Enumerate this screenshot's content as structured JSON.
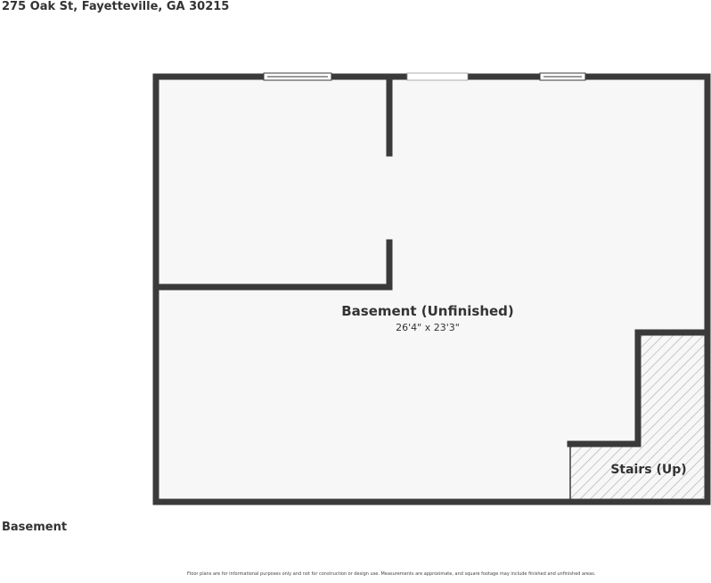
{
  "header": {
    "address": "275 Oak St, Fayetteville, GA 30215"
  },
  "plan": {
    "floor_label": "Basement",
    "rooms": [
      {
        "name": "Basement (Unfinished)",
        "dimensions": "26'4\" x 23'3\""
      },
      {
        "name": "Stairs (Up)"
      }
    ]
  },
  "footer": {
    "disclaimer": "Floor plans are for informational purposes only and not for construction or design use. Measurements are approximate, and square footage may include finished and unfinished areas."
  },
  "colors": {
    "wall": "#3a3a3a",
    "floor": "#f7f7f7",
    "hatch": "#a8a8a8"
  }
}
